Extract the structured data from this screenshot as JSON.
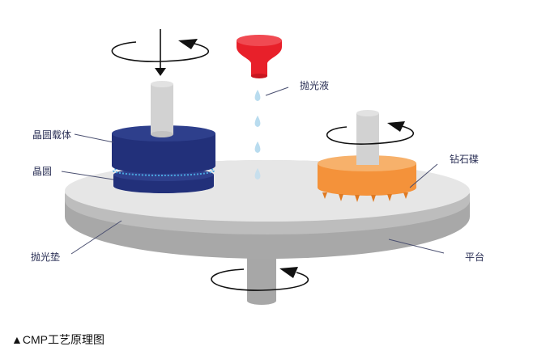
{
  "diagram": {
    "labels": {
      "wafer_carrier": "晶圆载体",
      "wafer": "晶圆",
      "slurry": "抛光液",
      "diamond_disk": "钻石碟",
      "polishing_pad": "抛光垫",
      "platen": "平台"
    },
    "colors": {
      "carrier": "#243580",
      "carrier_top": "#2e428f",
      "wafer_glow": "#4aa7e0",
      "nozzle": "#e8202a",
      "droplet": "#b9dcef",
      "diamond_disk": "#f4923a",
      "diamond_disk_top": "#f7b16b",
      "pad_top": "#e4e4e4",
      "pad_edge": "#c8c8c8",
      "platen_side": "#a9a9a9",
      "shaft": "#c8c8c8",
      "label_text": "#2a2f55"
    }
  },
  "caption": "▲CMP工艺原理图"
}
